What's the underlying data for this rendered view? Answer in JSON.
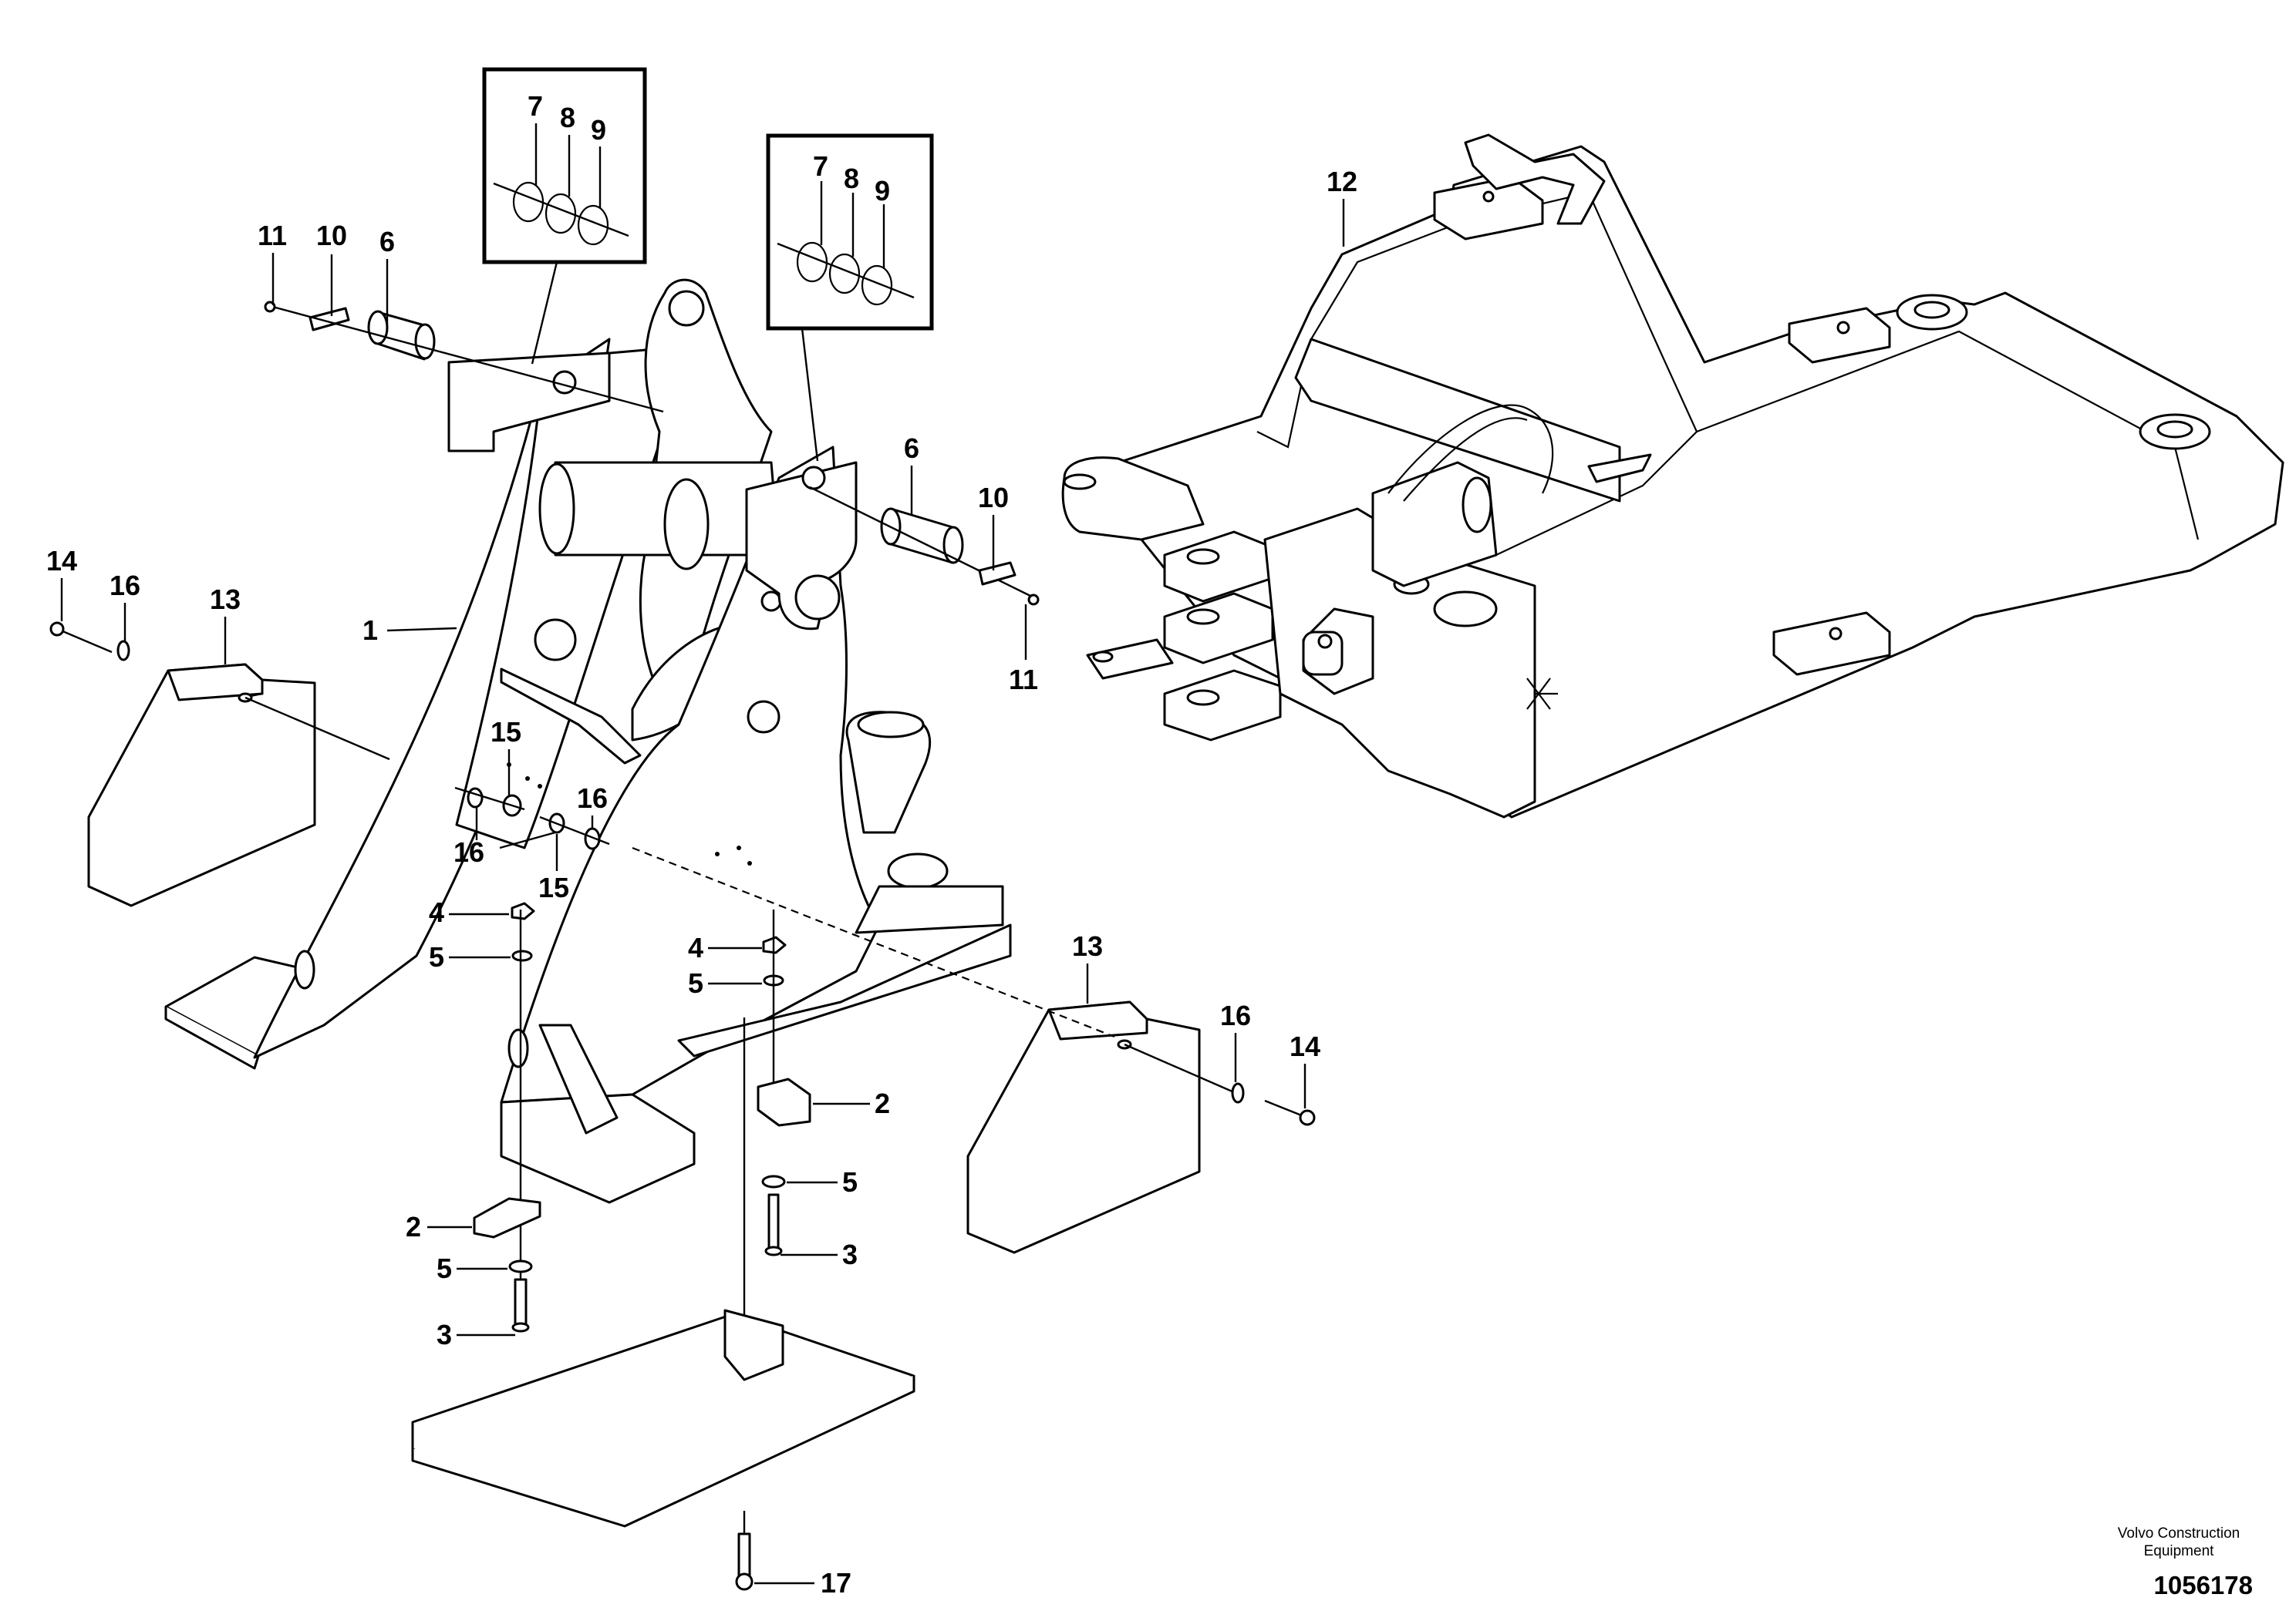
{
  "callouts": {
    "frame": "1",
    "bracket_left": "2",
    "bracket_right": "2",
    "screw_left": "3",
    "screw_right": "3",
    "nut_left": "4",
    "nut_right": "4",
    "washer_nut_left": "5",
    "washer_nut_right": "5",
    "washer_low_left": "5",
    "washer_low_right": "5",
    "pin_left": "6",
    "pin_right": "6",
    "ring7_left": "7",
    "ring8_left": "8",
    "ring9_left": "9",
    "ring7_right": "7",
    "ring8_right": "8",
    "ring9_right": "9",
    "lockplate_left": "10",
    "lockplate_right": "10",
    "bolt_lock_left": "11",
    "bolt_lock_right": "11",
    "rear_frame": "12",
    "weight_left": "13",
    "weight_right": "13",
    "bolt_weight_left": "14",
    "bolt_weight_right": "14",
    "washer_mid_a": "15",
    "washer_mid_b": "15",
    "washer_mid_c": "16",
    "washer_mid_d": "16",
    "washer_weight_left": "16",
    "washer_weight_right": "16",
    "bolt_plate": "17"
  },
  "footer": {
    "manufacturer_line1": "Volvo Construction",
    "manufacturer_line2": "Equipment",
    "document_number": "1056178"
  }
}
